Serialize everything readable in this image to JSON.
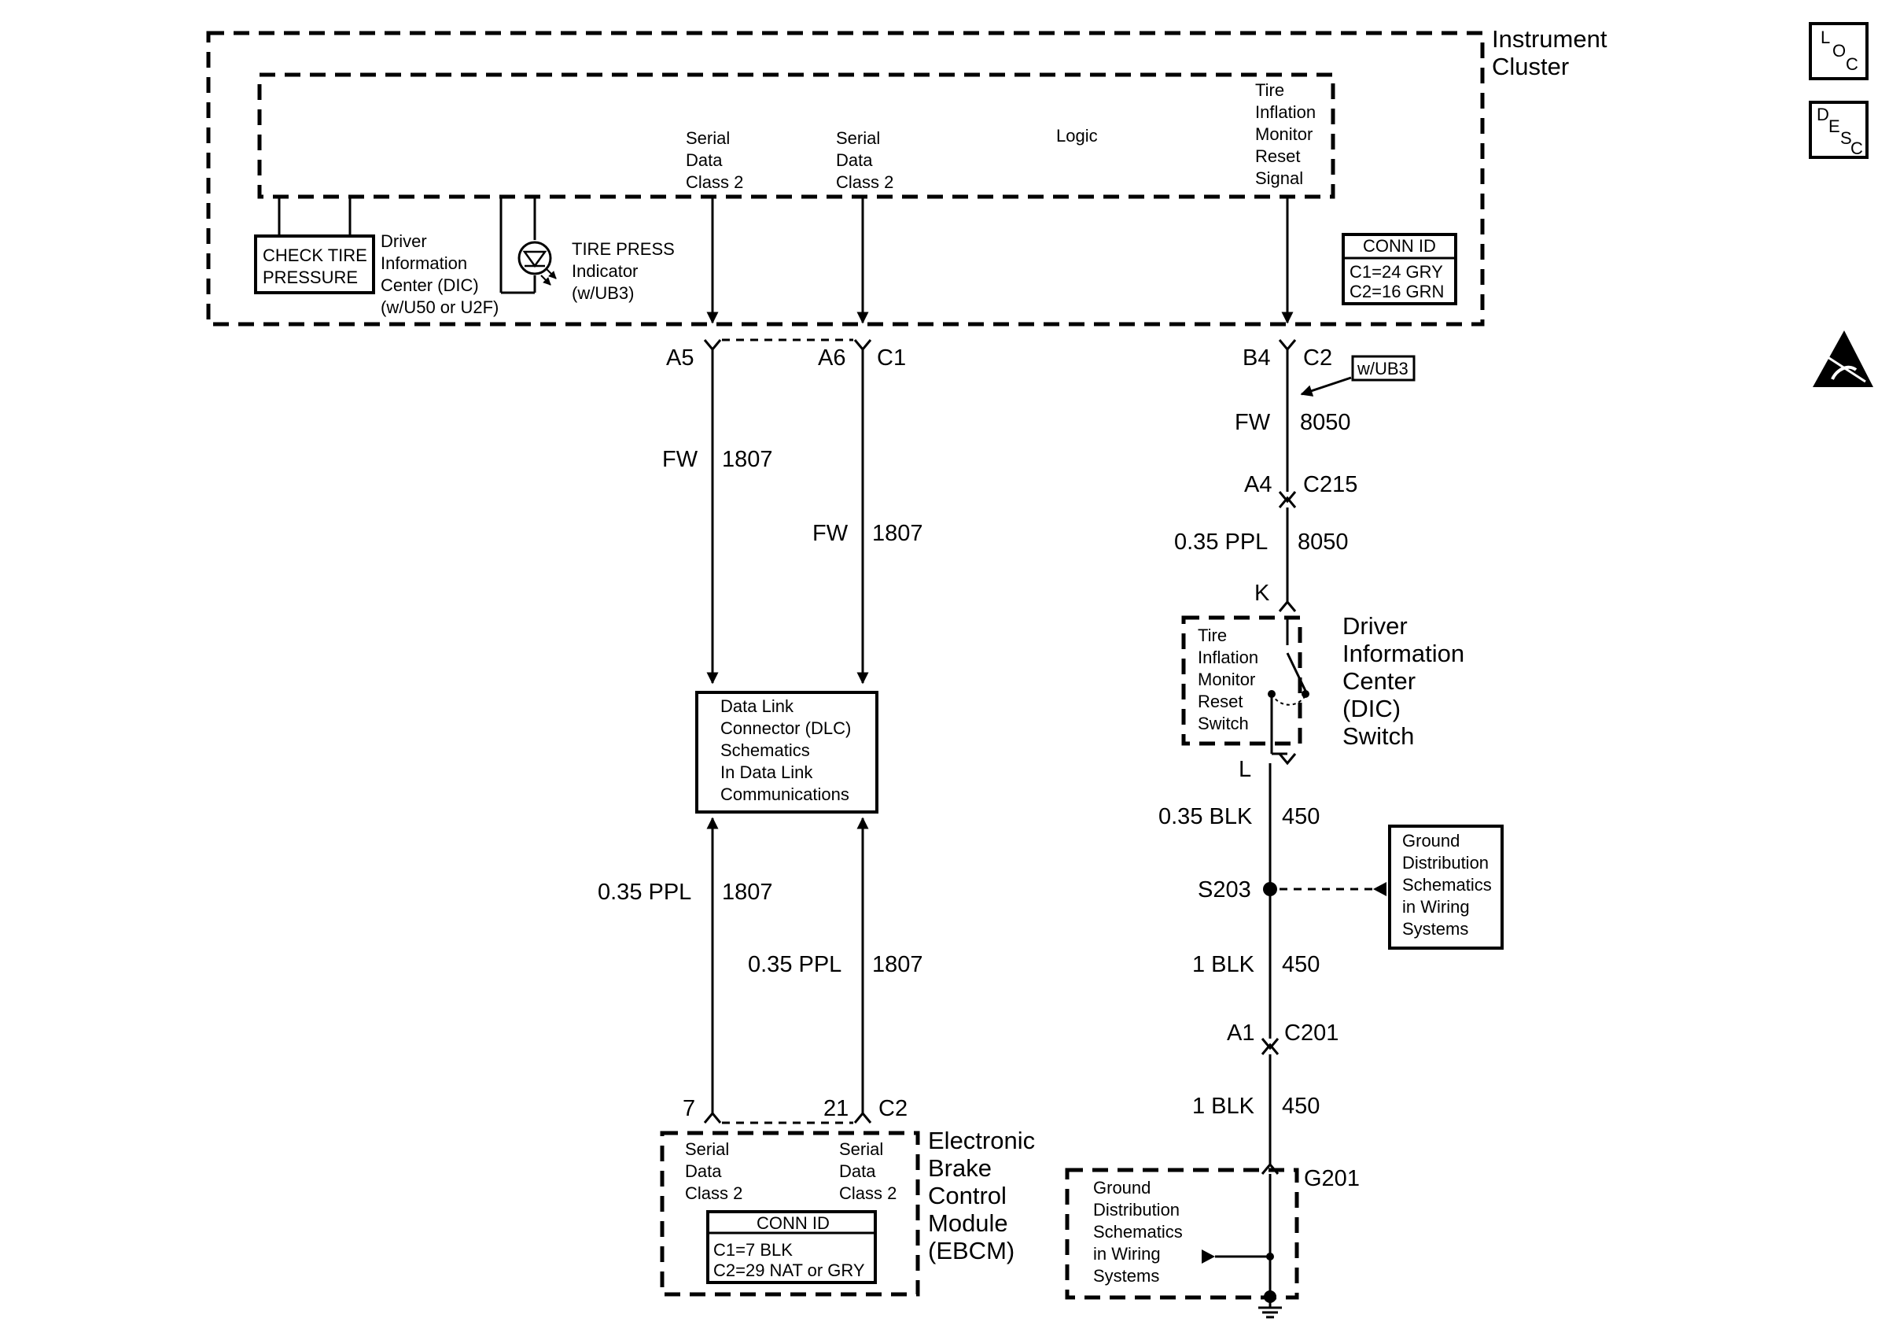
{
  "instrument_cluster": {
    "title_line1": "Instrument",
    "title_line2": "Cluster",
    "serial1": [
      "Serial",
      "Data",
      "Class 2"
    ],
    "serial2": [
      "Serial",
      "Data",
      "Class 2"
    ],
    "logic": "Logic",
    "tire_reset_signal": [
      "Tire",
      "Inflation",
      "Monitor",
      "Reset",
      "Signal"
    ],
    "check_tire": [
      "CHECK TIRE",
      "PRESSURE"
    ],
    "dic_desc": [
      "Driver",
      "Information",
      "Center (DIC)",
      "(w/U50 or U2F)"
    ],
    "tire_press": [
      "TIRE PRESS",
      "Indicator",
      "(w/UB3)"
    ],
    "conn_id": {
      "title": "CONN ID",
      "c1": "C1=24 GRY",
      "c2": "C2=16 GRN"
    }
  },
  "side_icons": {
    "loc": [
      "L",
      "O",
      "C"
    ],
    "desc": [
      "D",
      "E",
      "S",
      "C"
    ]
  },
  "left_wires": {
    "pin_a5": "A5",
    "pin_a6": "A6",
    "conn_c1": "C1",
    "w1_color": "FW",
    "w1_circuit": "1807",
    "w2_color": "FW",
    "w2_circuit": "1807",
    "w3_color": "0.35 PPL",
    "w3_circuit": "1807",
    "w4_color": "0.35 PPL",
    "w4_circuit": "1807",
    "pin_7": "7",
    "pin_21": "21",
    "conn_c2": "C2"
  },
  "dlc_box": [
    "Data Link",
    "Connector (DLC)",
    "Schematics",
    "In Data Link",
    "Communications"
  ],
  "ebcm": {
    "serial1": [
      "Serial",
      "Data",
      "Class 2"
    ],
    "serial2": [
      "Serial",
      "Data",
      "Class 2"
    ],
    "conn_id": {
      "title": "CONN ID",
      "c1": "C1=7 BLK",
      "c2": "C2=29 NAT or GRY"
    },
    "title": [
      "Electronic",
      "Brake",
      "Control",
      "Module",
      "(EBCM)"
    ]
  },
  "right_wires": {
    "pin_b4": "B4",
    "conn_c2": "C2",
    "option": "w/UB3",
    "w1_color": "FW",
    "w1_circuit": "8050",
    "pin_a4": "A4",
    "conn_c215": "C215",
    "w2_color": "0.35 PPL",
    "w2_circuit": "8050",
    "pin_k": "K",
    "switch_desc": [
      "Tire",
      "Inflation",
      "Monitor",
      "Reset",
      "Switch"
    ],
    "dic_switch_title": [
      "Driver",
      "Information",
      "Center",
      "(DIC)",
      "Switch"
    ],
    "pin_l": "L",
    "w3_color": "0.35 BLK",
    "w3_circuit": "450",
    "splice": "S203",
    "ground_dist_box": [
      "Ground",
      "Distribution",
      "Schematics",
      "in Wiring",
      "Systems"
    ],
    "w4_color": "1 BLK",
    "w4_circuit": "450",
    "pin_a1": "A1",
    "conn_c201": "C201",
    "w5_color": "1 BLK",
    "w5_circuit": "450",
    "ground_g201": "G201",
    "ground_box": [
      "Ground",
      "Distribution",
      "Schematics",
      "in Wiring",
      "Systems"
    ]
  }
}
